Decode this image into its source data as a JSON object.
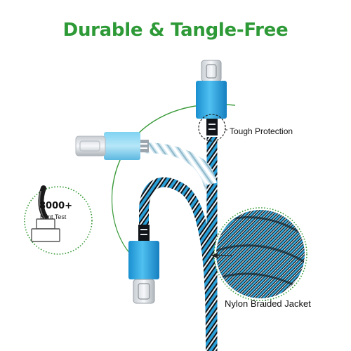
{
  "headline": "Durable & Tangle-Free",
  "callouts": {
    "tough_protection": "Tough Protection",
    "nylon_jacket": "Nylon Braided Jacket"
  },
  "bent_test": {
    "count": "8000+",
    "label": "Bent Test"
  },
  "colors": {
    "headline_green": "#2e9a37",
    "ring_green": "#3a9a3a",
    "connector_blue": "#1e9fe0",
    "connector_light_blue": "#5cc4ec",
    "braid_black": "#101418",
    "braid_blue": "#2a9fd8",
    "braid_white": "#e8f4fa"
  },
  "icons": [
    "usb-c-connector",
    "micro-usb-connector",
    "braided-cable",
    "magnifier-circle"
  ]
}
